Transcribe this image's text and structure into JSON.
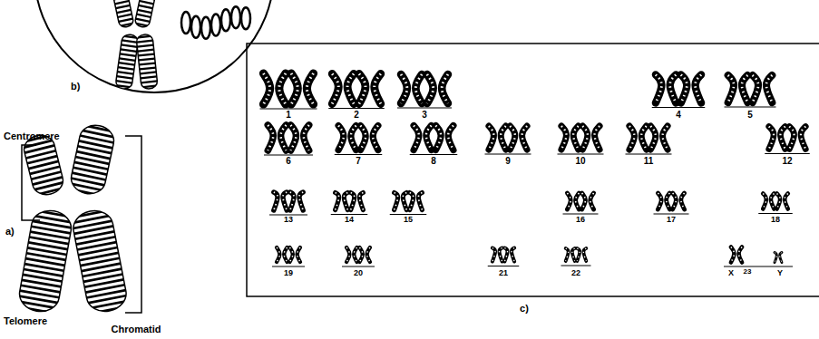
{
  "diagram": {
    "labels": [
      "b)",
      "Centromere",
      "1",
      "2",
      "3",
      "4",
      "5",
      "6",
      "7",
      "8",
      "9",
      "10",
      "11",
      "12",
      "a)",
      "13",
      "14",
      "15",
      "16",
      "17",
      "18",
      "19",
      "20",
      "21",
      "22",
      "X",
      "23",
      "Y",
      "Telomere",
      "Chromatid",
      "c)"
    ]
  }
}
